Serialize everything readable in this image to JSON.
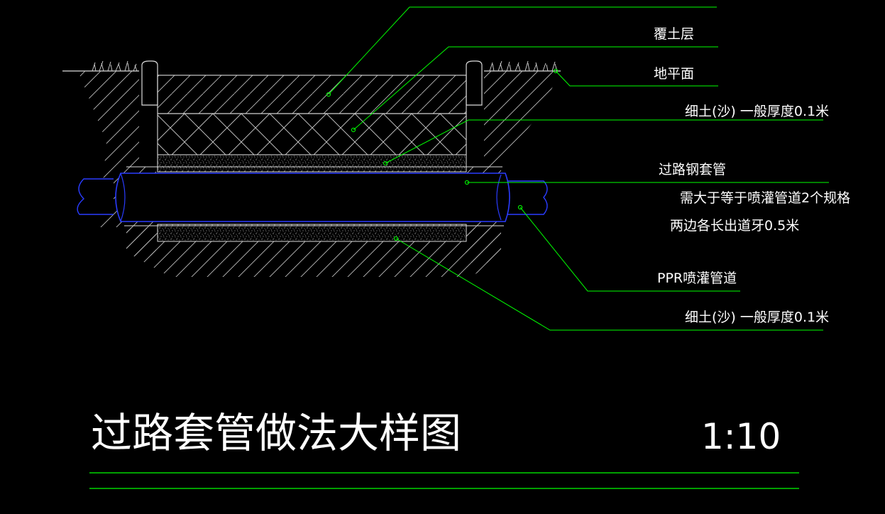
{
  "labels": {
    "cover_soil": "覆土层",
    "ground": "地平面",
    "fine_soil_top": "细土(沙) 一般厚度0.1米",
    "sleeve": "过路钢套管",
    "sleeve_note_1": "需大于等于喷灌管道2个规格",
    "sleeve_note_2": "两边各长出道牙0.5米",
    "ppr_pipe": "PPR喷灌管道",
    "fine_soil_bottom": "细土(沙) 一般厚度0.1米"
  },
  "title": "过路套管做法大样图",
  "scale": "1:10",
  "colors": {
    "background": "#000000",
    "leader": "#00ff00",
    "pipe": "#2a3cff",
    "hatch": "#cfcfcf",
    "text": "#ffffff"
  }
}
